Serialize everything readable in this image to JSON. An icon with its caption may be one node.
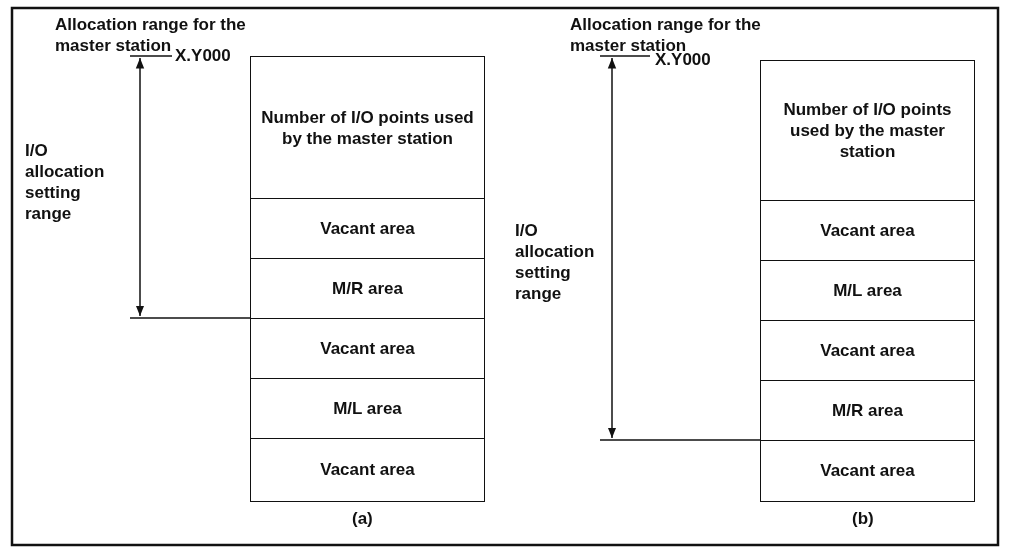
{
  "diagram": {
    "nodes": [
      {
        "text": [
          "Number of I/O points used by the master station"
        ]
      },
      {
        "text": [
          "Vacant area"
        ]
      },
      {
        "text": [
          "M/R area"
        ]
      },
      {
        "text": [
          "Vacant area"
        ]
      },
      {
        "text": [
          "M/L area"
        ]
      },
      {
        "text": [
          "Vacant area"
        ]
      },
      {
        "text": [
          "Number of I/O points used by the master station"
        ]
      },
      {
        "text": [
          "Vacant area"
        ]
      },
      {
        "text": [
          "M/L area"
        ]
      },
      {
        "text": [
          "Vacant area"
        ]
      },
      {
        "text": [
          "M/R area"
        ]
      },
      {
        "text": [
          "Vacant area"
        ]
      }
    ],
    "labels": [
      "Allocation range for the master station",
      "X.Y000",
      "I/O allocation setting range",
      "(a)",
      "Allocation range for the master station",
      "X.Y000",
      "I/O allocation setting range",
      "(b)"
    ]
  }
}
